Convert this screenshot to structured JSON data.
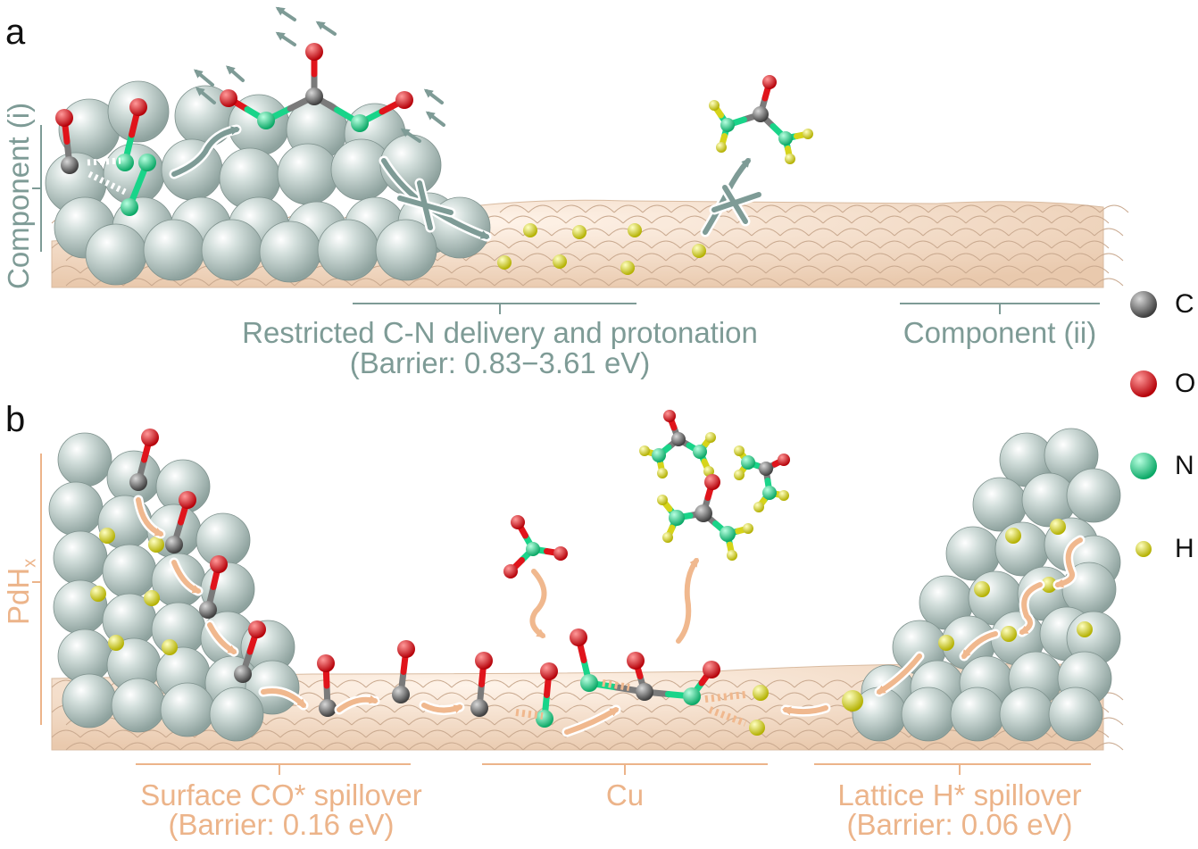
{
  "panel_a": {
    "letter": "a",
    "side_label": "Component (i)",
    "caption_line1": "Restricted C-N delivery and protonation",
    "caption_line2": "(Barrier: 0.83−3.61 eV)",
    "component_ii": "Component (ii)"
  },
  "panel_b": {
    "letter": "b",
    "side_label_main": "PdH",
    "side_label_sub": "x",
    "caption_left_line1": "Surface CO* spillover",
    "caption_left_line2": "(Barrier: 0.16 eV)",
    "caption_mid": "Cu",
    "caption_right_line1": "Lattice H* spillover",
    "caption_right_line2": "(Barrier: 0.06 eV)"
  },
  "legend": [
    {
      "label": "C",
      "color": "#6b6b6b"
    },
    {
      "label": "O",
      "color": "#e0141b"
    },
    {
      "label": "N",
      "color": "#19d489"
    },
    {
      "label": "H",
      "color": "#e5e31a"
    }
  ],
  "colors": {
    "teal": "#7e9b96",
    "orange": "#ecb48a",
    "pd_sphere": "#b9c9c6",
    "cu_surface": "#f6dcc6"
  }
}
